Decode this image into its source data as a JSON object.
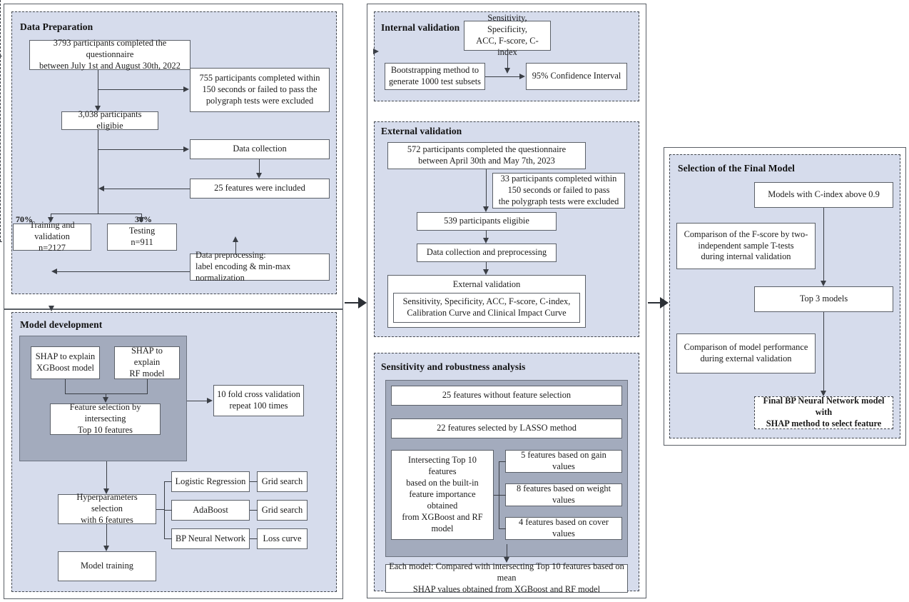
{
  "figure": {
    "type": "flowchart",
    "panels": [
      {
        "id": "data_preparation",
        "title": "Data Preparation",
        "nodes": [
          "3793 participants completed the questionnaire between July 1st and August 30th, 2022",
          "755 participants completed within 150 seconds or failed to pass the polygraph tests were excluded",
          "3,038 participants eligibie",
          "Data collection",
          "25 features were included",
          "Training and validation n=2127",
          "Testing n=911",
          "Data preprocessing: label encoding & min-max normalization"
        ],
        "split_labels": [
          "70%",
          "30%"
        ]
      },
      {
        "id": "model_development",
        "title": "Model development",
        "nodes": [
          "SHAP  to explain XGBoost model",
          "SHAP  to explain RF model",
          "Feature selection by intersecting Top 10 features",
          "10 fold cross validation repeat 100 times",
          "Hyperparameters selection with 6 features",
          "Logistic Regression",
          "Grid search",
          "AdaBoost",
          "Grid search",
          "BP Neural Network",
          "Loss curve",
          "Model training"
        ]
      },
      {
        "id": "internal_validation",
        "title": "Internal validation",
        "nodes": [
          "Sensitivity, Specificity, ACC, F-score, C-index",
          "Bootstrapping method to generate 1000 test subsets",
          "95% Confidence Interval"
        ]
      },
      {
        "id": "external_validation",
        "title": "External validation",
        "nodes": [
          "572 participants completed the questionnaire between April 30th and May 7th, 2023",
          "33 participants completed within 150 seconds or failed to pass the polygraph tests were excluded",
          "539 participants eligibie",
          "Data collection and  preprocessing",
          "External validation",
          "Sensitivity, Specificity, ACC, F-score, C-index, Calibration Curve and Clinical Impact Curve"
        ]
      },
      {
        "id": "sensitivity_robustness",
        "title": "Sensitivity and robustness analysis",
        "nodes": [
          "25 features without feature selection",
          "22 features selected by LASSO method",
          "Intersecting Top 10 features based on the built-in feature importance obtained from XGBoost and RF model",
          "5 features based on gain values",
          "8 features based on weight values",
          "4 features based on cover values",
          "Each model: Compared with intersecting Top 10 features based on mean SHAP values obtained from XGBoost and RF model"
        ]
      },
      {
        "id": "final_model",
        "title": "Selection of the Final Model",
        "nodes": [
          "Models with C-index above 0.9",
          "Comparison of the F-score by two-independent sample T-tests during internal validation",
          "Top 3 models",
          "Comparison of model performance during external validation",
          "Final BP  Neural Network model with SHAP method to select feature"
        ]
      }
    ]
  },
  "data_preparation": {
    "title": "Data Preparation",
    "b1_l1": "3793 participants completed the questionnaire",
    "b1_l2": "between July 1st and August 30th, 2022",
    "b2_l1": "755 participants completed within",
    "b2_l2": "150 seconds or failed to pass the",
    "b2_l3": "polygraph tests were excluded",
    "b3": "3,038 participants eligibie",
    "b4": "Data collection",
    "b5": "25 features were included",
    "b6_l1": "Training and validation",
    "b6_l2": "n=2127",
    "b7_l1": "Testing",
    "b7_l2": "n=911",
    "b8_l1": "Data preprocessing:",
    "b8_l2": "label encoding & min-max normalization",
    "pct70": "70%",
    "pct30": "30%"
  },
  "model_development": {
    "title": "Model development",
    "shap_xgb_l1": "SHAP  to explain",
    "shap_xgb_l2": "XGBoost model",
    "shap_rf_l1": "SHAP  to explain",
    "shap_rf_l2": "RF model",
    "feat_sel_l1": "Feature selection by intersecting",
    "feat_sel_l2": "Top 10 features",
    "cv_l1": "10 fold cross validation",
    "cv_l2": "repeat 100 times",
    "hyper_l1": "Hyperparameters selection",
    "hyper_l2": "with 6 features",
    "lr": "Logistic Regression",
    "lr_search": "Grid search",
    "ada": "AdaBoost",
    "ada_search": "Grid search",
    "bpnn": "BP Neural Network",
    "bpnn_curve": "Loss curve",
    "training": "Model training"
  },
  "internal_validation": {
    "title": "Internal validation",
    "metrics_l1": "Sensitivity, Specificity,",
    "metrics_l2": "ACC, F-score, C-index",
    "boot_l1": "Bootstrapping method to",
    "boot_l2": "generate 1000 test subsets",
    "ci": "95% Confidence Interval"
  },
  "external_validation": {
    "title": "External validation",
    "e1_l1": "572 participants completed the questionnaire",
    "e1_l2": "between April 30th and May 7th, 2023",
    "e2_l1": "33 participants completed within",
    "e2_l2": "150 seconds or failed to pass",
    "e2_l3": "the polygraph tests were excluded",
    "e3": "539 participants eligibie",
    "e4": "Data collection and  preprocessing",
    "e5": "External validation",
    "e6_l1": "Sensitivity, Specificity, ACC, F-score, C-index,",
    "e6_l2": "Calibration Curve and Clinical Impact Curve"
  },
  "sensitivity_robustness": {
    "title": "Sensitivity and robustness analysis",
    "s1": "25 features without feature selection",
    "s2": "22 features selected by LASSO method",
    "s3_l1": "Intersecting Top 10 features",
    "s3_l2": "based on the built-in",
    "s3_l3": "feature importance obtained",
    "s3_l4": "from XGBoost and RF model",
    "s4": "5 features based on gain values",
    "s5": "8 features based on weight values",
    "s6": "4 features based on cover values",
    "s7_l1": "Each model: Compared with intersecting Top 10 features based on mean",
    "s7_l2": "SHAP values obtained from XGBoost and RF model"
  },
  "final_model": {
    "title": "Selection of the Final Model",
    "f1": "Models with C-index above 0.9",
    "f2_l1": "Comparison of the F-score by two-",
    "f2_l2": "independent sample T-tests",
    "f2_l3": "during internal validation",
    "f3": "Top 3 models",
    "f4_l1": "Comparison of model performance",
    "f4_l2": "during external validation",
    "f5_l1": "Final BP  Neural Network model with",
    "f5_l2": "SHAP method to select feature"
  },
  "colors": {
    "panel_background": "#d6dcec",
    "gray_group": "#a3abbd",
    "box_border": "#5b6068",
    "line": "#3a3e45",
    "page_background": "#ffffff"
  }
}
